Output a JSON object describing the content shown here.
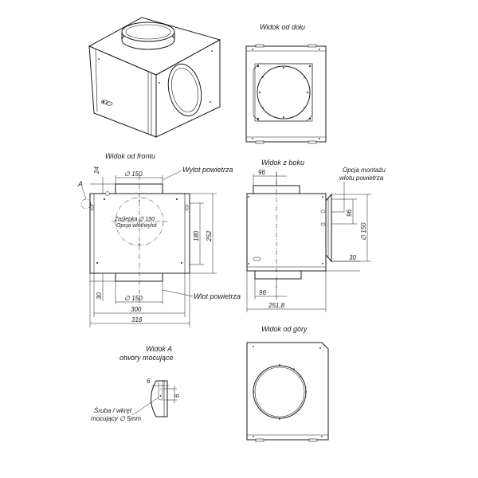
{
  "views": {
    "bottom": "Widok od dołu",
    "front": "Widok od frontu",
    "side": "Widok z boku",
    "top": "Widok od góry",
    "detail_a": "Widok A",
    "detail_a_sub": "otwory mocujące"
  },
  "labels": {
    "air_outlet": "Wylot powietrza",
    "air_inlet": "Wlot powietrza",
    "mount_option_1": "Opcja montażu",
    "mount_option_2": "wlotu powietrza",
    "flap_1": "Zaślepka ∅ 150",
    "flap_2": "Opcja wlot/wylot",
    "detail_marker": "A",
    "screw_1": "Śruba / wkręt",
    "screw_2": "mocujący ∅ 5mm"
  },
  "dimensions": {
    "front_top_offset": "24",
    "front_top_dia": "∅ 150",
    "front_inner_h": "180",
    "front_h": "252",
    "front_bottom_offset": "30",
    "front_bottom_dia": "∅ 150",
    "front_inner_w": "300",
    "front_w": "316",
    "side_top_w": "96",
    "side_inlet_h": "96",
    "side_inlet_dia": "∅ 150",
    "side_inlet_off": "30",
    "side_bottom_w": "96",
    "side_depth": "251,8",
    "detail_w": "6",
    "detail_h": "6"
  }
}
